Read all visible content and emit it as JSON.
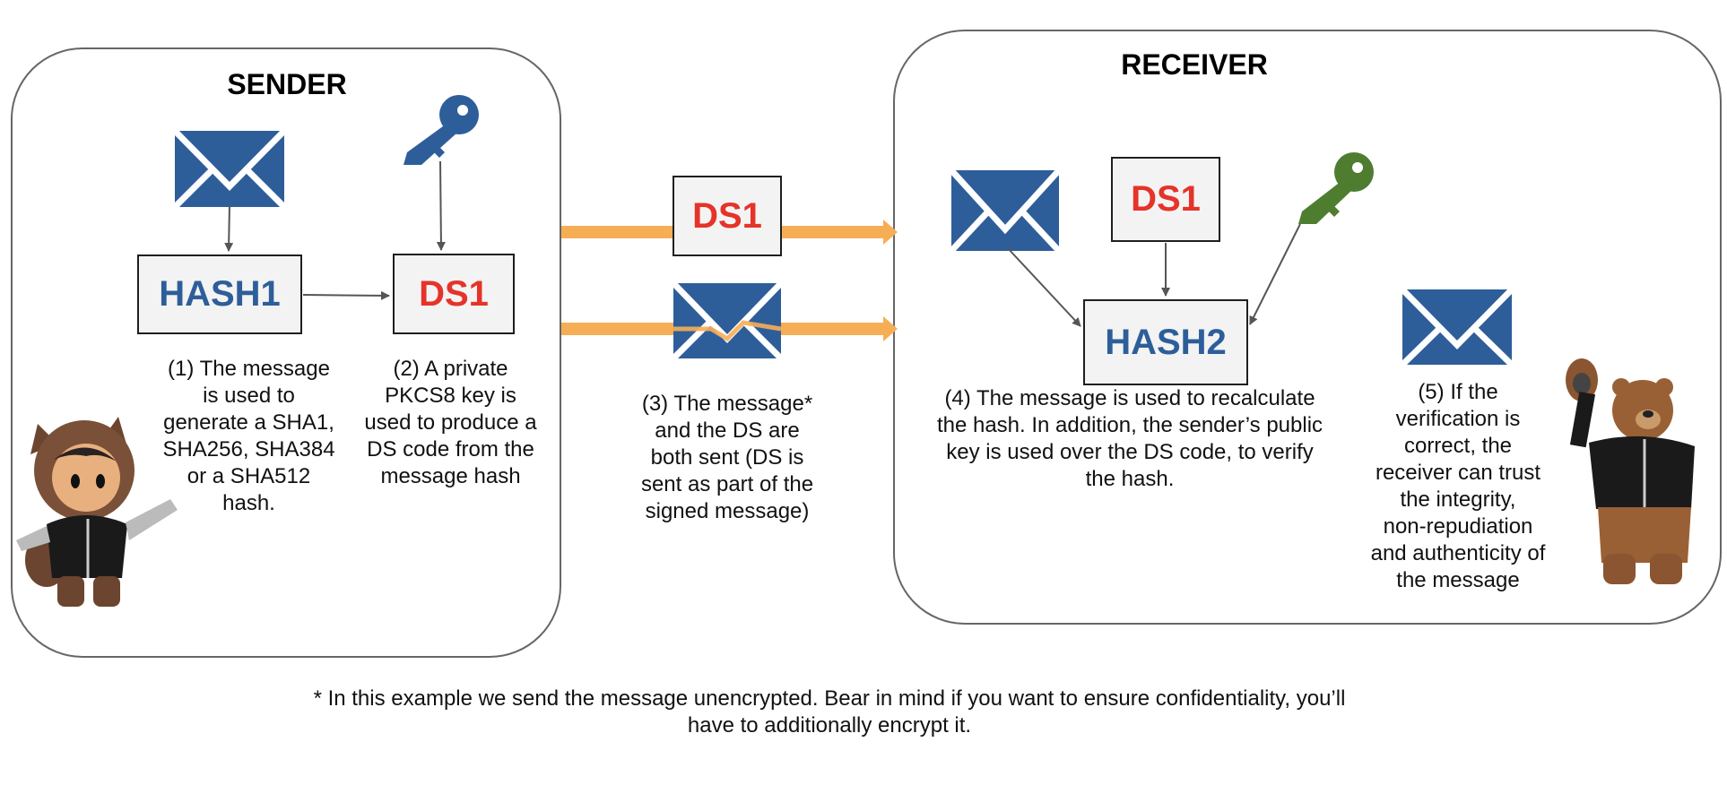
{
  "sender": {
    "title": "SENDER",
    "hash_box": "HASH1",
    "ds_box": "DS1",
    "step1": "(1) The message is used to generate a SHA1, SHA256, SHA384 or a SHA512 hash.",
    "step1_lines": [
      "(1) The message",
      "is used to",
      "generate a SHA1,",
      "SHA256, SHA384",
      "or a SHA512",
      "hash."
    ],
    "step2_lines": [
      "(2) A private",
      "PKCS8 key is",
      "used to produce a",
      "DS code from the",
      "message hash"
    ],
    "key_color": "#2e5e9a",
    "mascot": "astro-mascot"
  },
  "transit": {
    "ds_box": "DS1",
    "step3_lines": [
      "(3) The message*",
      "and the DS are",
      "both sent (DS is",
      "sent as part of the",
      "signed message)"
    ],
    "arrow_color": "#f6ae56"
  },
  "receiver": {
    "title": "RECEIVER",
    "ds_box": "DS1",
    "hash_box": "HASH2",
    "step4_lines": [
      "(4) The message is used to recalculate",
      "the hash. In addition, the sender’s public",
      "key is used over the DS code, to verify",
      "the hash."
    ],
    "step5_lines": [
      "(5) If the",
      "verification is",
      "correct, the",
      "receiver can trust",
      "the integrity,",
      "non-repudiation",
      "and authenticity of",
      "the message"
    ],
    "key_color": "#4e7d30",
    "mascot": "bear-mascot"
  },
  "footnote_lines": [
    "* In this example we send the message unencrypted. Bear in mind if you want to ensure confidentiality, you’ll",
    "have to additionally encrypt it."
  ],
  "colors": {
    "envelope": "#2e5e9a",
    "hash_text": "#2e5e9a",
    "ds_text": "#e63329",
    "transit_arrow": "#f6ae56",
    "connector": "#555555"
  }
}
